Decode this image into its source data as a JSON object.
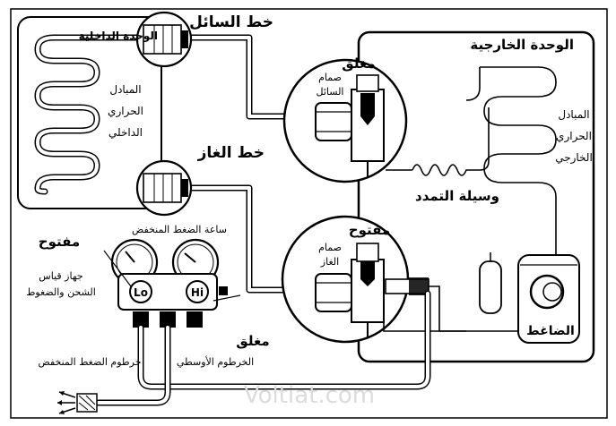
{
  "labels": {
    "indoor_unit": "الوحدة الداخلية",
    "indoor_exchanger": [
      "المبادل",
      "الحراري",
      "الداخلي"
    ],
    "liquid_line": "خط السائل",
    "gas_line": "خط الغاز",
    "outdoor_unit": "الوحدة الخارجية",
    "outdoor_exchanger": [
      "المبادل",
      "الحراري",
      "الخارجي"
    ],
    "closed_top": "مغلق",
    "liquid_valve": [
      "صمام",
      "السائل"
    ],
    "expansion_device": "وسيلة التمدد",
    "open_valve": "مفتوح",
    "gas_valve": [
      "صمام",
      "الغاز"
    ],
    "compressor": "الضاغط",
    "low_pressure_gauge": "ساعة الضغط المنخفض",
    "open_left": "مفتوح",
    "manifold": [
      "جهاز قياس",
      "الشحن والضغوط"
    ],
    "lo": "Lo",
    "hi": "Hi",
    "closed_bottom": "مغلق",
    "low_pressure_hose": "خرطوم الضغط المنخفض",
    "middle_hose": "الخرطوم الأوسطي",
    "watermark": "Voltiat.com"
  }
}
